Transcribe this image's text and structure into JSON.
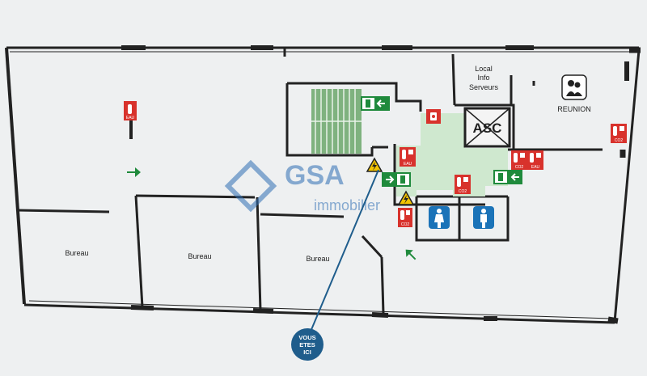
{
  "rooms": {
    "bureau_left": "Bureau",
    "bureau_middle": "Bureau",
    "bureau_right": "Bureau",
    "local_line1": "Local",
    "local_line2": "Info",
    "local_line3": "Serveurs",
    "reunion": "REUNION",
    "elevator": "ASC"
  },
  "watermark": {
    "brand": "GSA",
    "sub": "immobilier"
  },
  "extinguisher_labels": {
    "eau": "EAU",
    "co2": "CO2"
  },
  "you_are_here": {
    "line1": "VOUS",
    "line2": "ETES",
    "line3": "ICI"
  },
  "colors": {
    "wall": "#222222",
    "background": "#eef0f1",
    "elevator_area": "#cfe8cf",
    "stairs": "#7fb27f",
    "exit_green": "#1f8a3c",
    "extinguisher_red": "#d8322c",
    "toilet_blue": "#1b73b8",
    "hazard_yellow": "#f2c300",
    "watermark_blue": "#2f6fb5",
    "pointer_blue": "#1f5d8c"
  },
  "icons": [
    "fire-extinguisher-icon",
    "emergency-exit-icon",
    "exit-arrow-icon",
    "alarm-button-icon",
    "electric-hazard-icon",
    "toilet-icon",
    "meeting-room-icon",
    "you-are-here-marker-icon"
  ]
}
